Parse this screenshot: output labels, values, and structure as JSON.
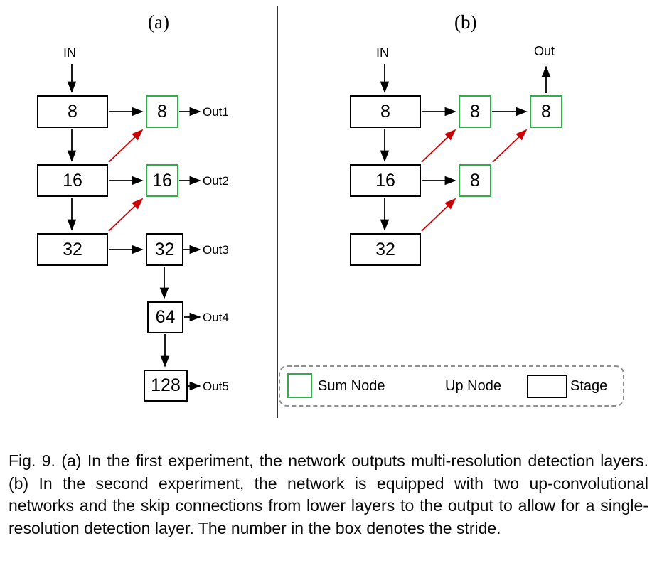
{
  "figure": {
    "panel_a": {
      "label": "(a)",
      "input_label": "IN",
      "stage_boxes": [
        "8",
        "16",
        "32"
      ],
      "sum_boxes": [
        "8",
        "16"
      ],
      "chain_boxes": [
        "32",
        "64",
        "128"
      ],
      "outputs": [
        "Out1",
        "Out2",
        "Out3",
        "Out4",
        "Out5"
      ]
    },
    "panel_b": {
      "label": "(b)",
      "input_label": "IN",
      "output_label": "Out",
      "stage_boxes": [
        "8",
        "16",
        "32"
      ],
      "sum_boxes_row1": [
        "8",
        "8"
      ],
      "sum_box_row2": "8"
    },
    "legend": {
      "sum_node_label": "Sum Node",
      "up_node_label": "Up Node",
      "stage_label": "Stage"
    }
  },
  "caption": "Fig. 9. (a) In the first experiment, the network outputs multi-resolution detection layers. (b) In the second experiment, the network is equipped with two up-convolutional networks and the skip connections from lower layers to the output to allow for a single-resolution detection layer. The number in the box denotes the stride.",
  "colors": {
    "sum_node_border": "#2fae49",
    "up_arrow": "#cc0000",
    "stage_border": "#000000"
  }
}
